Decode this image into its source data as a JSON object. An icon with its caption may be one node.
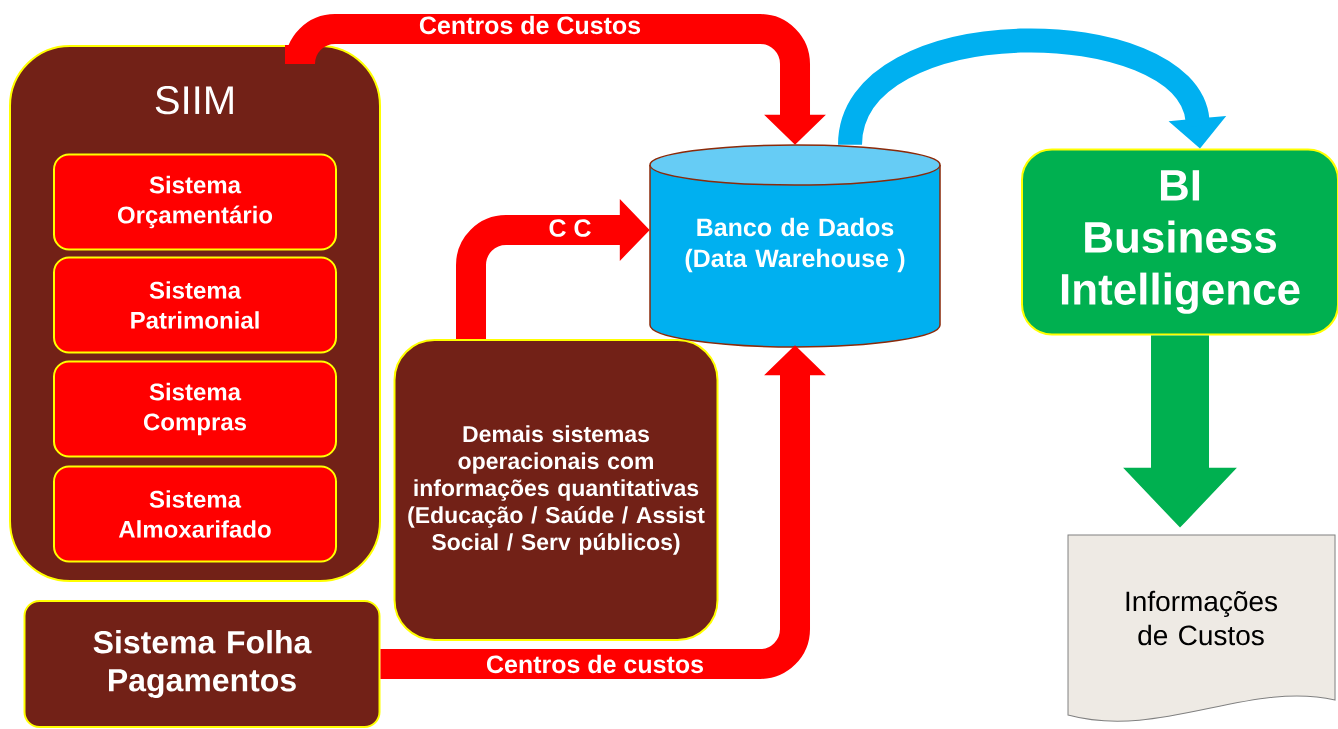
{
  "diagram": {
    "nodes": [
      {
        "text": [
          "SIIM"
        ]
      },
      {
        "text": [
          "Sistema Orçamentário"
        ],
        "in": 0
      },
      {
        "text": [
          "Sistema Patrimonial"
        ],
        "in": 0
      },
      {
        "text": [
          "Sistema Compras"
        ],
        "in": 0
      },
      {
        "text": [
          "Sistema Almoxarifado"
        ],
        "in": 0
      },
      {
        "text": [
          "Demais sistemas operacionais com informações quantitativas (Educação / Saúde / Assist Social / Serv públicos)"
        ]
      },
      {
        "text": [
          "Sistema Folha Pagamentos"
        ]
      },
      {
        "text": [
          "Banco de Dados (Data Warehouse )"
        ]
      },
      {
        "text": [
          "BI",
          "Business Intelligence"
        ]
      },
      {
        "text": [
          "Informações de Custos"
        ]
      }
    ],
    "edges": [
      {
        "from": 0,
        "to": 7,
        "arrow": "to",
        "label": "Centros de Custos"
      },
      {
        "from": 5,
        "to": 7,
        "arrow": "to",
        "label": "C C"
      },
      {
        "from": 6,
        "to": 7,
        "arrow": "to",
        "label": "Centros de custos"
      },
      {
        "from": 7,
        "to": 8,
        "arrow": "to",
        "color": "#00b0f0"
      },
      {
        "from": 8,
        "to": 9,
        "arrow": "to",
        "color": "#00b050",
        "style": "thick"
      }
    ]
  }
}
